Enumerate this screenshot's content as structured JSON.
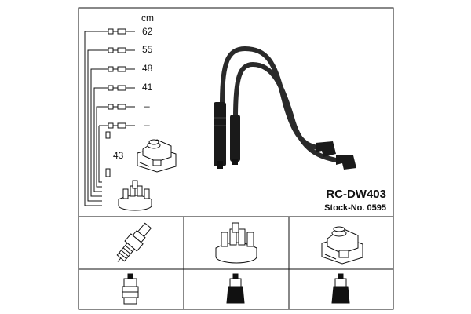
{
  "unit_label": "cm",
  "leads": [
    {
      "length": "62"
    },
    {
      "length": "55"
    },
    {
      "length": "48"
    },
    {
      "length": "41"
    },
    {
      "length": "–"
    },
    {
      "length": "–"
    }
  ],
  "coil_lead_length": "43",
  "product": {
    "code": "RC-DW403",
    "stock": "Stock-No. 0595"
  },
  "components": [
    "spark-plug",
    "distributor-cap",
    "ignition-coil"
  ],
  "connectors": [
    "straight-boot",
    "straight-boot-dark",
    "straight-boot-dark"
  ],
  "colors": {
    "line": "#111111",
    "cable": "#2a2a2a",
    "background": "#ffffff"
  }
}
